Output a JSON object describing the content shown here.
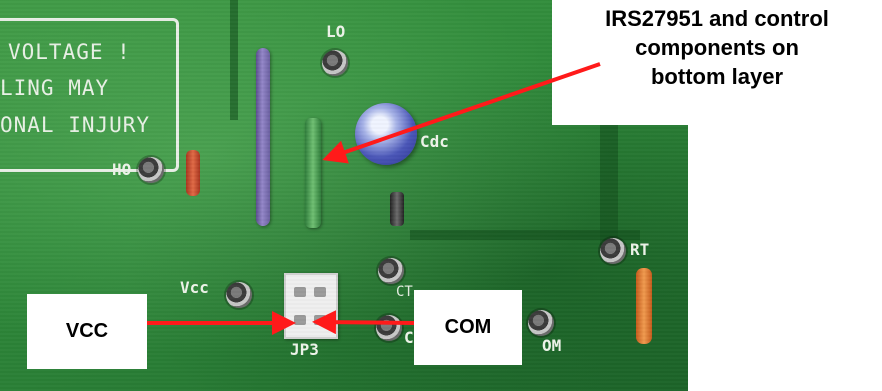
{
  "silkscreen": {
    "warning_lines": [
      "VOLTAGE !",
      "LING MAY",
      "ONAL INJURY"
    ],
    "lo": "LO",
    "ho": "HO",
    "cdc": "Cdc",
    "vcc": "Vcc",
    "ct": "CT",
    "rt": "RT",
    "jp3": "JP3",
    "co": "C",
    "com_partial": "OM"
  },
  "callouts": {
    "top_lines": [
      "IRS27951 and control",
      "components on",
      "bottom layer"
    ],
    "vcc": "VCC",
    "com": "COM"
  },
  "colors": {
    "arrow": "#ff1a1a",
    "board": "#2f8a3a"
  }
}
